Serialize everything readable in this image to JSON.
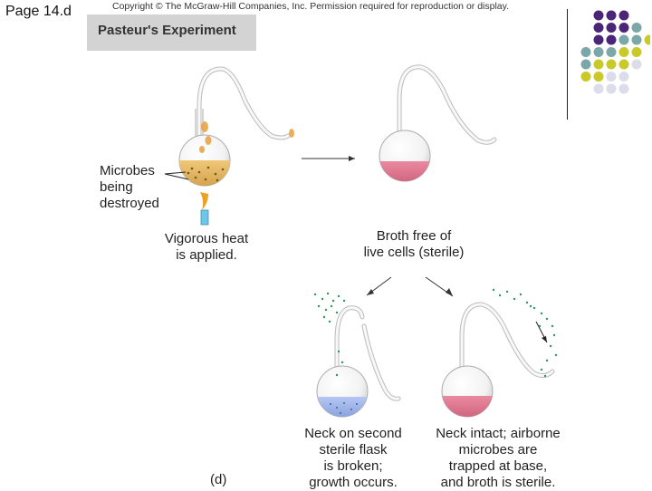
{
  "page_label": "Page 14.d",
  "copyright": "Copyright © The McGraw-Hill Companies, Inc. Permission required for reproduction or display.",
  "title": "Pasteur's Experiment",
  "labels": {
    "microbes": "Microbes\nbeing\ndestroyed",
    "heat": "Vigorous heat\nis applied.",
    "sterile": "Broth free of\nlive cells (sterile)",
    "broken": "Neck on second\nsterile flask\nis broken;\ngrowth occurs.",
    "intact": "Neck intact; airborne\nmicrobes are\ntrapped at base,\nand broth is sterile.",
    "panel": "(d)"
  },
  "colors": {
    "purple": "#4b2577",
    "teal": "#7aa7a7",
    "yellow": "#c9c92a",
    "lavender": "#dcdcea",
    "broth_pink": "#d9738b",
    "broth_blue": "#8fa6e0",
    "broth_yellow": "#d8aa55",
    "microbe_green": "#2c9a55",
    "flame": "#f0a020",
    "title_box": "#d3d3d3"
  }
}
